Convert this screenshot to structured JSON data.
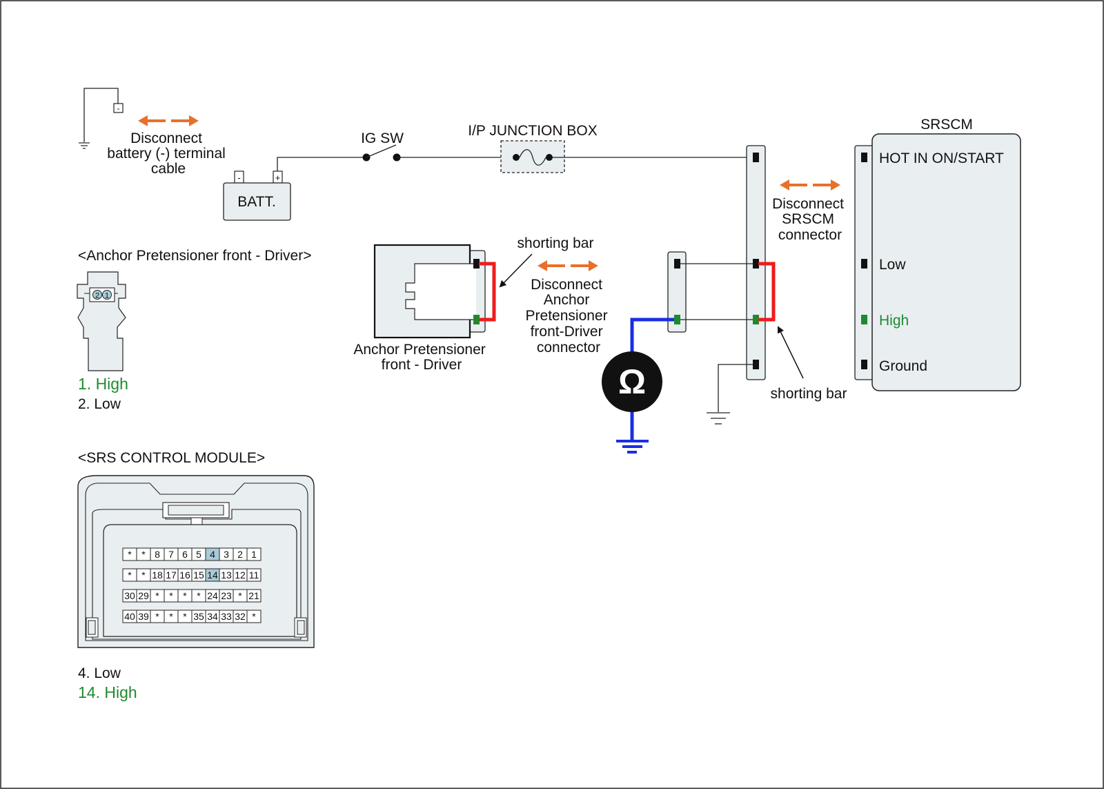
{
  "battery_note": [
    "Disconnect",
    "battery (-) terminal",
    "cable"
  ],
  "batt": {
    "label": "BATT.",
    "minus": "-",
    "plus": "+"
  },
  "neg_terminal": "-",
  "ig_sw": "IG SW",
  "junction_box": "I/P JUNCTION BOX",
  "srscm": {
    "title": "SRSCM",
    "pins": [
      "HOT IN ON/START",
      "Low",
      "High",
      "Ground"
    ]
  },
  "srscm_note": [
    "Disconnect",
    "SRSCM",
    "connector"
  ],
  "anchor_note": [
    "Disconnect",
    "Anchor",
    "Pretensioner",
    "front-Driver",
    "connector"
  ],
  "shorting_bar_top": "shorting bar",
  "shorting_bar_right": "shorting bar",
  "anchor_component": [
    "Anchor Pretensioner",
    "front - Driver"
  ],
  "ohm_symbol": "Ω",
  "anchor_connector": {
    "title": "<Anchor Pretensioner front - Driver>",
    "pin_labels": [
      "2",
      "1"
    ],
    "legend": [
      {
        "text": "1. High",
        "color": "#1e8a2e"
      },
      {
        "text": "2. Low",
        "color": "#111111"
      }
    ]
  },
  "srs_module": {
    "title": "<SRS CONTROL MODULE>",
    "rows": [
      [
        "*",
        "*",
        "8",
        "7",
        "6",
        "5",
        "4",
        "3",
        "2",
        "1"
      ],
      [
        "*",
        "*",
        "18",
        "17",
        "16",
        "15",
        "14",
        "13",
        "12",
        "11"
      ],
      [
        "30",
        "29",
        "*",
        "*",
        "*",
        "*",
        "24",
        "23",
        "*",
        "21"
      ],
      [
        "40",
        "39",
        "*",
        "*",
        "*",
        "35",
        "34",
        "33",
        "32",
        "*"
      ]
    ],
    "highlighted": [
      "4",
      "14"
    ],
    "legend": [
      {
        "text": "4. Low",
        "color": "#111111"
      },
      {
        "text": "14. High",
        "color": "#1e8a2e"
      }
    ]
  },
  "colors": {
    "arrow": "#e8702a",
    "wire_blue": "#1a2fe0",
    "shorting_red": "#ee1c1c",
    "pin_green": "#1e8a2e",
    "panel_fill": "#e9eef0",
    "highlight_pin": "#a9cbd8"
  }
}
